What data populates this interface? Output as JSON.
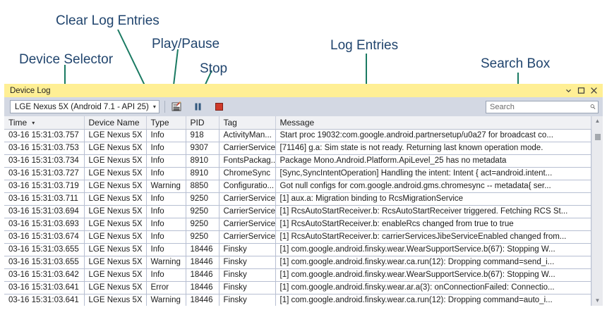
{
  "annotations": [
    {
      "name": "device-selector",
      "text": "Device Selector"
    },
    {
      "name": "clear-log-entries",
      "text": "Clear Log Entries"
    },
    {
      "name": "play-pause",
      "text": "Play/Pause"
    },
    {
      "name": "stop",
      "text": "Stop"
    },
    {
      "name": "log-entries",
      "text": "Log Entries"
    },
    {
      "name": "search-box",
      "text": "Search Box"
    }
  ],
  "window": {
    "title": "Device Log",
    "colors": {
      "titlebar": "#ffef95",
      "toolbar": "#d3d8e3",
      "annotation_text": "#21456e",
      "annotation_line": "#1a7a62",
      "grid_border": "#b7bfd2",
      "header_bg": "#f0f1f4"
    },
    "window_buttons": [
      {
        "name": "dropdown-menu-button",
        "glyph": "caret-down-icon"
      },
      {
        "name": "maximize-button",
        "glyph": "maximize-icon"
      },
      {
        "name": "close-button",
        "glyph": "close-icon"
      }
    ]
  },
  "toolbar": {
    "device": {
      "value": "LGE Nexus 5X (Android 7.1 - API 25)",
      "caret": "▾"
    },
    "buttons": [
      {
        "name": "clear-log-button",
        "icon": "clear-log-icon",
        "title": "Clear Log Entries"
      },
      {
        "name": "play-pause-button",
        "icon": "pause-icon",
        "title": "Play/Pause"
      },
      {
        "name": "stop-button",
        "icon": "stop-icon",
        "title": "Stop"
      }
    ],
    "search": {
      "placeholder": "Search",
      "value": "",
      "icon": "search-icon"
    }
  },
  "grid": {
    "columns": [
      {
        "key": "time",
        "label": "Time",
        "sorted": true,
        "sort_glyph": "▾"
      },
      {
        "key": "device",
        "label": "Device Name",
        "sorted": false
      },
      {
        "key": "type",
        "label": "Type",
        "sorted": false
      },
      {
        "key": "pid",
        "label": "PID",
        "sorted": false
      },
      {
        "key": "tag",
        "label": "Tag",
        "sorted": false
      },
      {
        "key": "message",
        "label": "Message",
        "sorted": false
      }
    ],
    "rows": [
      {
        "time": "03-16 15:31:03.757",
        "device": "LGE Nexus 5X",
        "type": "Info",
        "pid": "918",
        "tag": "ActivityMan...",
        "message": "Start proc 19032:com.google.android.partnersetup/u0a27 for broadcast co..."
      },
      {
        "time": "03-16 15:31:03.753",
        "device": "LGE Nexus 5X",
        "type": "Info",
        "pid": "9307",
        "tag": "CarrierServices",
        "message": "[71146] g.a: Sim state is not ready. Returning last known operation mode."
      },
      {
        "time": "03-16 15:31:03.734",
        "device": "LGE Nexus 5X",
        "type": "Info",
        "pid": "8910",
        "tag": "FontsPackag...",
        "message": "Package Mono.Android.Platform.ApiLevel_25 has no metadata"
      },
      {
        "time": "03-16 15:31:03.727",
        "device": "LGE Nexus 5X",
        "type": "Info",
        "pid": "8910",
        "tag": "ChromeSync",
        "message": "[Sync,SyncIntentOperation] Handling the intent: Intent { act=android.intent..."
      },
      {
        "time": "03-16 15:31:03.719",
        "device": "LGE Nexus 5X",
        "type": "Warning",
        "pid": "8850",
        "tag": "Configuratio...",
        "message": "Got null configs for com.google.android.gms.chromesync -- metadata{ ser..."
      },
      {
        "time": "03-16 15:31:03.711",
        "device": "LGE Nexus 5X",
        "type": "Info",
        "pid": "9250",
        "tag": "CarrierServices",
        "message": "[1] aux.a: Migration binding to RcsMigrationService"
      },
      {
        "time": "03-16 15:31:03.694",
        "device": "LGE Nexus 5X",
        "type": "Info",
        "pid": "9250",
        "tag": "CarrierServices",
        "message": "[1] RcsAutoStartReceiver.b: RcsAutoStartReceiver triggered. Fetching RCS St..."
      },
      {
        "time": "03-16 15:31:03.693",
        "device": "LGE Nexus 5X",
        "type": "Info",
        "pid": "9250",
        "tag": "CarrierServices",
        "message": "[1] RcsAutoStartReceiver.b: enableRcs changed from true to true"
      },
      {
        "time": "03-16 15:31:03.674",
        "device": "LGE Nexus 5X",
        "type": "Info",
        "pid": "9250",
        "tag": "CarrierServices",
        "message": "[1] RcsAutoStartReceiver.b: carrierServicesJibeServiceEnabled changed from..."
      },
      {
        "time": "03-16 15:31:03.655",
        "device": "LGE Nexus 5X",
        "type": "Info",
        "pid": "18446",
        "tag": "Finsky",
        "message": "[1] com.google.android.finsky.wear.WearSupportService.b(67): Stopping W..."
      },
      {
        "time": "03-16 15:31:03.655",
        "device": "LGE Nexus 5X",
        "type": "Warning",
        "pid": "18446",
        "tag": "Finsky",
        "message": "[1] com.google.android.finsky.wear.ca.run(12): Dropping command=send_i..."
      },
      {
        "time": "03-16 15:31:03.642",
        "device": "LGE Nexus 5X",
        "type": "Info",
        "pid": "18446",
        "tag": "Finsky",
        "message": "[1] com.google.android.finsky.wear.WearSupportService.b(67): Stopping W..."
      },
      {
        "time": "03-16 15:31:03.641",
        "device": "LGE Nexus 5X",
        "type": "Error",
        "pid": "18446",
        "tag": "Finsky",
        "message": "[1] com.google.android.finsky.wear.ar.a(3): onConnectionFailed: Connectio..."
      },
      {
        "time": "03-16 15:31:03.641",
        "device": "LGE Nexus 5X",
        "type": "Warning",
        "pid": "18446",
        "tag": "Finsky",
        "message": "[1] com.google.android.finsky.wear.ca.run(12): Dropping command=auto_i..."
      }
    ]
  },
  "scrollbar": {
    "up_glyph": "▲",
    "down_glyph": "▼"
  }
}
